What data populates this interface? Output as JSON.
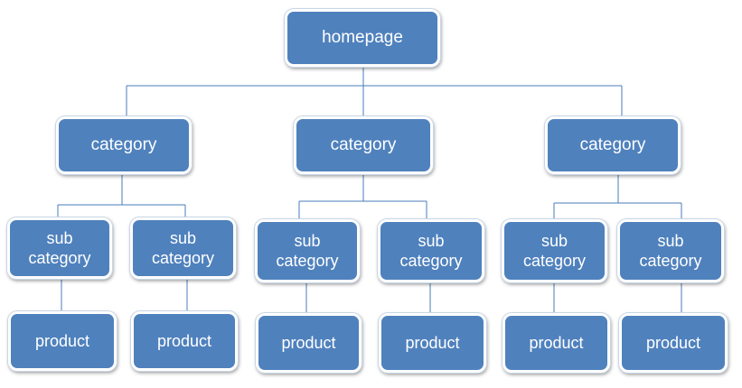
{
  "homepage": {
    "label": "homepage"
  },
  "categories": [
    {
      "label": "category",
      "subcategories": [
        {
          "label_line1": "sub",
          "label_line2": "category",
          "product": "product"
        },
        {
          "label_line1": "sub",
          "label_line2": "category",
          "product": "product"
        }
      ]
    },
    {
      "label": "category",
      "subcategories": [
        {
          "label_line1": "sub",
          "label_line2": "category",
          "product": "product"
        },
        {
          "label_line1": "sub",
          "label_line2": "category",
          "product": "product"
        }
      ]
    },
    {
      "label": "category",
      "subcategories": [
        {
          "label_line1": "sub",
          "label_line2": "category",
          "product": "product"
        },
        {
          "label_line1": "sub",
          "label_line2": "category",
          "product": "product"
        }
      ]
    }
  ],
  "colors": {
    "node_fill": "#4f81bd",
    "node_border": "#ffffff",
    "connector": "#4a7ebb",
    "text": "#ffffff"
  }
}
